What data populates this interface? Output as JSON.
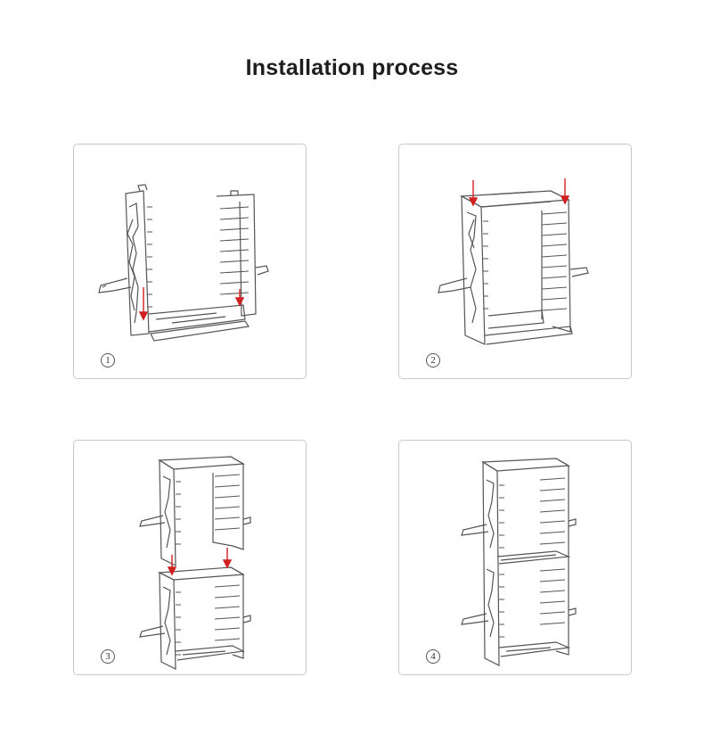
{
  "title": "Installation process",
  "steps": [
    {
      "number": "1"
    },
    {
      "number": "2"
    },
    {
      "number": "3"
    },
    {
      "number": "4"
    }
  ],
  "colors": {
    "line": "#555555",
    "arrow": "#d22020",
    "border": "#c9c9c9"
  }
}
